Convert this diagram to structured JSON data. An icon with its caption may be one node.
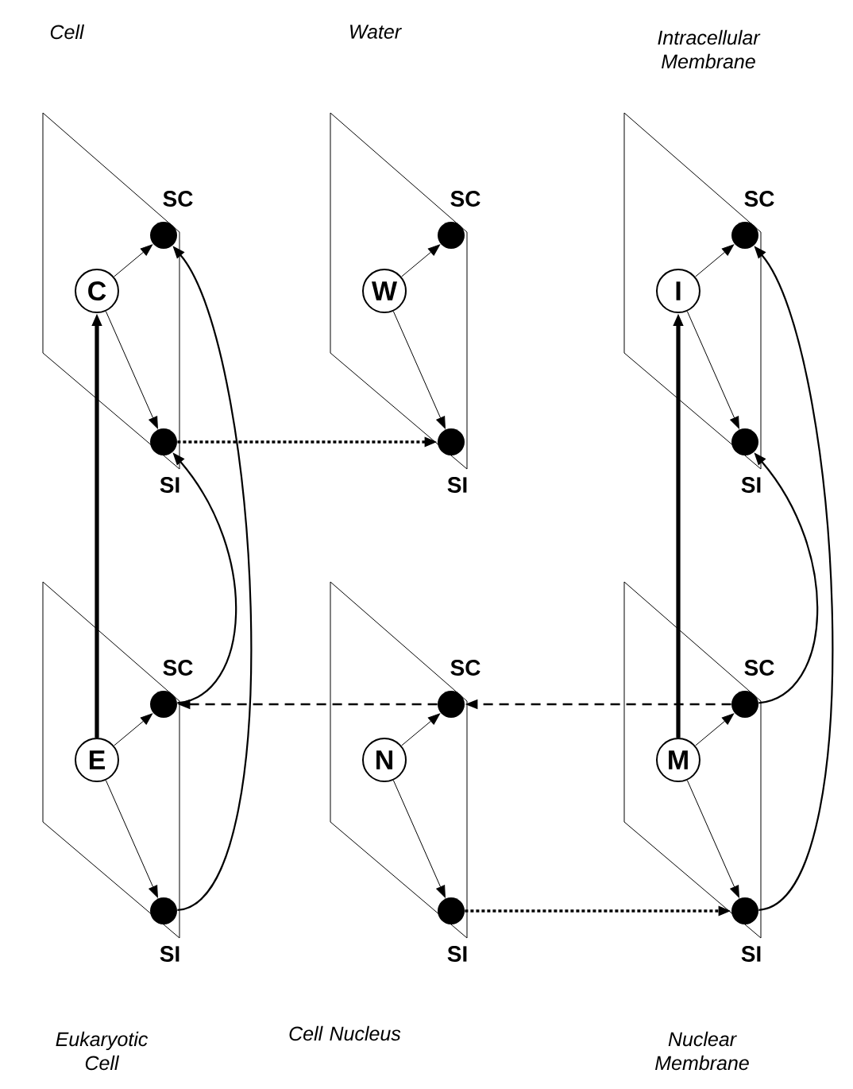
{
  "diagram": {
    "nodes": [
      {
        "text": [
          "Cell"
        ]
      },
      {
        "text": [
          "C"
        ],
        "in": 0
      },
      {
        "text": [],
        "shape": "circle",
        "in": 0,
        "beside": [
          "SC"
        ]
      },
      {
        "text": [],
        "shape": "circle",
        "in": 0,
        "beside": [
          "SI"
        ]
      },
      {
        "text": [
          "Water"
        ]
      },
      {
        "text": [
          "W"
        ],
        "in": 4
      },
      {
        "text": [],
        "shape": "circle",
        "in": 4,
        "beside": [
          "SC"
        ]
      },
      {
        "text": [],
        "shape": "circle",
        "in": 4,
        "beside": [
          "SI"
        ]
      },
      {
        "text": [
          "Intracellular Membrane"
        ]
      },
      {
        "text": [
          "I"
        ],
        "in": 8
      },
      {
        "text": [],
        "shape": "circle",
        "in": 8,
        "beside": [
          "SC"
        ]
      },
      {
        "text": [],
        "shape": "circle",
        "in": 8,
        "beside": [
          "SI"
        ]
      },
      {
        "text": [
          "Eukaryotic Cell"
        ]
      },
      {
        "text": [
          "E"
        ],
        "in": 12
      },
      {
        "text": [],
        "shape": "circle",
        "in": 12,
        "beside": [
          "SC"
        ]
      },
      {
        "text": [],
        "shape": "circle",
        "in": 12,
        "beside": [
          "SI"
        ]
      },
      {
        "text": [
          "Cell Nucleus"
        ]
      },
      {
        "text": [
          "N"
        ],
        "in": 16
      },
      {
        "text": [],
        "shape": "circle",
        "in": 16,
        "beside": [
          "SC"
        ]
      },
      {
        "text": [],
        "shape": "circle",
        "in": 16,
        "beside": [
          "SI"
        ]
      },
      {
        "text": [
          "Nuclear Membrane"
        ]
      },
      {
        "text": [
          "M"
        ],
        "in": 20
      },
      {
        "text": [],
        "shape": "circle",
        "in": 20,
        "beside": [
          "SC"
        ]
      },
      {
        "text": [],
        "shape": "circle",
        "in": 20,
        "beside": [
          "SI"
        ]
      }
    ],
    "edges": [
      {
        "from": 1,
        "to": 2,
        "arrow": "to"
      },
      {
        "from": 1,
        "to": 3,
        "arrow": "to"
      },
      {
        "from": 5,
        "to": 6,
        "arrow": "to"
      },
      {
        "from": 5,
        "to": 7,
        "arrow": "to"
      },
      {
        "from": 9,
        "to": 10,
        "arrow": "to"
      },
      {
        "from": 9,
        "to": 11,
        "arrow": "to"
      },
      {
        "from": 13,
        "to": 14,
        "arrow": "to"
      },
      {
        "from": 13,
        "to": 15,
        "arrow": "to"
      },
      {
        "from": 17,
        "to": 18,
        "arrow": "to"
      },
      {
        "from": 17,
        "to": 19,
        "arrow": "to"
      },
      {
        "from": 21,
        "to": 22,
        "arrow": "to"
      },
      {
        "from": 21,
        "to": 23,
        "arrow": "to"
      },
      {
        "from": 13,
        "to": 1,
        "arrow": "to",
        "style": "thick"
      },
      {
        "from": 21,
        "to": 9,
        "arrow": "to",
        "style": "thick"
      },
      {
        "from": 15,
        "to": 2,
        "arrow": "to"
      },
      {
        "from": 14,
        "to": 3,
        "arrow": "to"
      },
      {
        "from": 23,
        "to": 10,
        "arrow": "to"
      },
      {
        "from": 22,
        "to": 11,
        "arrow": "to"
      },
      {
        "from": 3,
        "to": 7,
        "arrow": "to",
        "style": "dashed"
      },
      {
        "from": 22,
        "to": 18,
        "arrow": "to",
        "style": "dashed"
      },
      {
        "from": 18,
        "to": 14,
        "arrow": "to",
        "style": "dashed"
      },
      {
        "from": 19,
        "to": 23,
        "arrow": "to",
        "style": "dashed"
      }
    ]
  }
}
